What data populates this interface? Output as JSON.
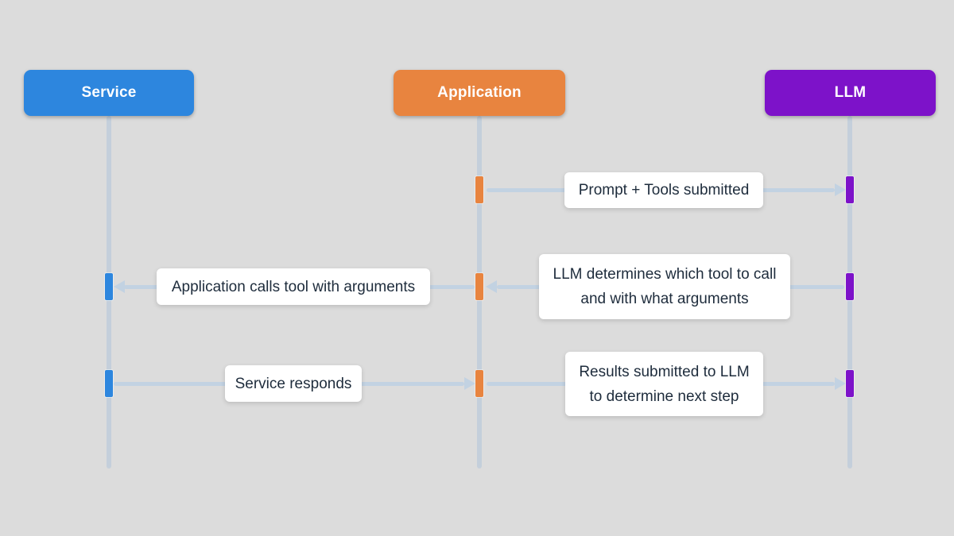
{
  "canvas": {
    "background": "#dcdcdc"
  },
  "actors": [
    {
      "id": "service",
      "label": "Service",
      "color": "#2d86de"
    },
    {
      "id": "application",
      "label": "Application",
      "color": "#e8843f"
    },
    {
      "id": "llm",
      "label": "LLM",
      "color": "#7d12c9"
    }
  ],
  "messages": [
    {
      "from": "application",
      "to": "llm",
      "direction": "right",
      "lines": [
        "Prompt + Tools submitted"
      ]
    },
    {
      "from": "llm",
      "to": "application",
      "direction": "left",
      "lines": [
        "LLM determines which tool to call",
        "and with what arguments"
      ]
    },
    {
      "from": "application",
      "to": "service",
      "direction": "left",
      "lines": [
        "Application calls tool with arguments"
      ]
    },
    {
      "from": "service",
      "to": "application",
      "direction": "right",
      "lines": [
        "Service responds"
      ]
    },
    {
      "from": "application",
      "to": "llm",
      "direction": "right",
      "lines": [
        "Results submitted to LLM",
        "to determine next step"
      ]
    }
  ],
  "styles": {
    "lifeline_color": "#c4cfdb",
    "arrow_color": "#c2d2e2",
    "label_background": "#ffffff",
    "label_text_color": "#1e2c3c",
    "actor_text_color": "#ffffff"
  }
}
